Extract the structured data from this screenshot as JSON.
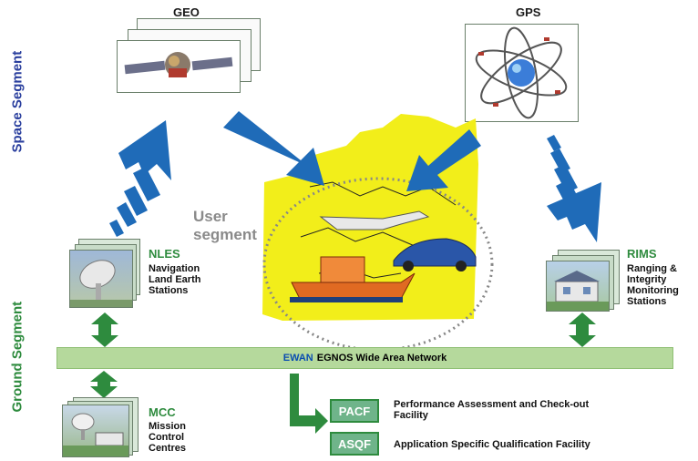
{
  "segments": {
    "space": "Space Segment",
    "ground": "Ground Segment"
  },
  "space": {
    "geo": "GEO",
    "gps": "GPS"
  },
  "user_segment": {
    "line1": "User",
    "line2": "segment"
  },
  "nles": {
    "code": "NLES",
    "line1": "Navigation",
    "line2": "Land Earth",
    "line3": "Stations"
  },
  "rims": {
    "code": "RIMS",
    "line1": "Ranging &",
    "line2": "Integrity",
    "line3": "Monitoring",
    "line4": "Stations"
  },
  "ewan": {
    "code": "EWAN",
    "label": "EGNOS Wide Area Network"
  },
  "mcc": {
    "code": "MCC",
    "line1": "Mission",
    "line2": "Control",
    "line3": "Centres"
  },
  "pacf": {
    "code": "PACF",
    "line1": "Performance Assessment and Check-out",
    "line2": "Facility"
  },
  "asqf": {
    "code": "ASQF",
    "label": "Application Specific Qualification Facility"
  },
  "colors": {
    "space_label": "#2a3f9e",
    "ground_label": "#2e8b3e",
    "blue_arrow": "#1f6bb8",
    "green_arrow": "#2e8b3e",
    "europe": "#f2ee1a",
    "ewan_bar": "#b5d99c"
  }
}
